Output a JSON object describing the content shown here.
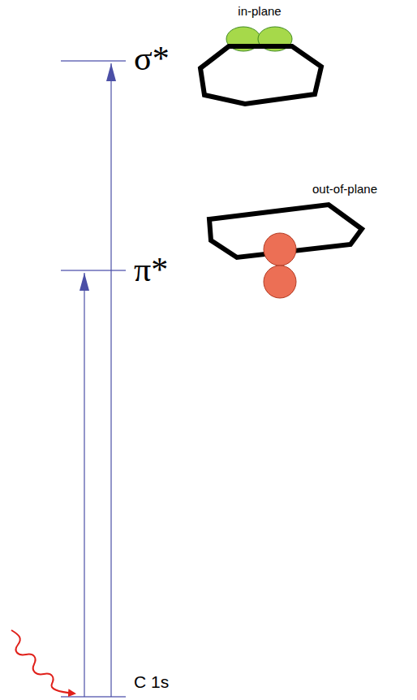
{
  "diagram": {
    "labels": [
      "in-plane",
      "σ*",
      "out-of-plane",
      "π*",
      "C 1s"
    ]
  }
}
